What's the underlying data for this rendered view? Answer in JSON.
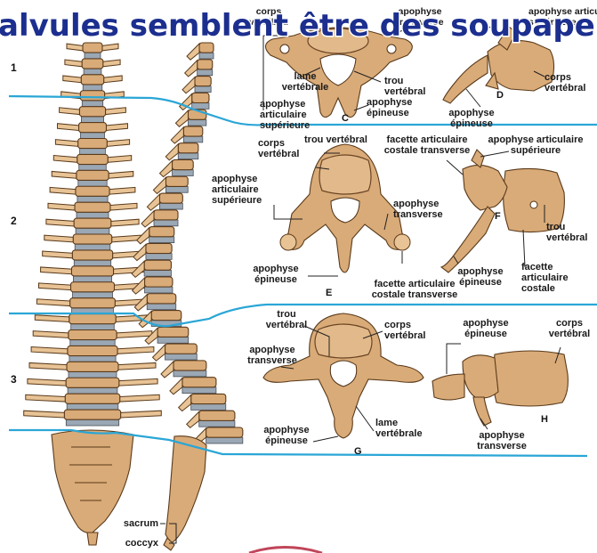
{
  "banner": "alvules semblent être des soupape",
  "regions": [
    "1",
    "2",
    "3"
  ],
  "letters": [
    "C",
    "D",
    "E",
    "F",
    "G",
    "H"
  ],
  "colors": {
    "region_line": "#2aa6d6",
    "banner_text": "#1c2f8f",
    "bone": "#d9ab78"
  },
  "labels": {
    "c_corps": "corps\nvertébral",
    "c_apophyse_transverse": "apophyse\ntransverse",
    "c_lame": "lame\nvertébrale",
    "c_trou": "trou\nvertébral",
    "c_art_sup": "apophyse\narticulaire\nsupérieure",
    "c_epineuse": "apophyse\népineuse",
    "d_art_sup": "apophyse articulaire\nsupérieure",
    "d_corps": "corps\nvertébral",
    "d_epineuse": "apophyse\népineuse",
    "e_corps": "corps\nvertébral",
    "e_trou": "trou vertébral",
    "e_art_sup": "apophyse\narticulaire\nsupérieure",
    "e_transverse": "apophyse\ntransverse",
    "e_epineuse": "apophyse\népineuse",
    "e_facette": "facette articulaire\ncostale transverse",
    "f_facette": "facette articulaire\ncostale transverse",
    "f_art_sup": "apophyse articulaire\nsupérieure",
    "f_trou": "trou\nvertébral",
    "f_epineuse": "apophyse\népineuse",
    "f_facette_costale": "facette\narticulaire\ncostale",
    "g_trou": "trou\nvertébral",
    "g_corps": "corps\nvertébral",
    "g_transverse": "apophyse\ntransverse",
    "g_lame": "lame\nvertébrale",
    "g_epineuse": "apophyse\népineuse",
    "h_epineuse": "apophyse\népineuse",
    "h_corps": "corps\nvertébral",
    "h_transverse": "apophyse\ntransverse",
    "sacrum": "sacrum",
    "coccyx": "coccyx"
  }
}
